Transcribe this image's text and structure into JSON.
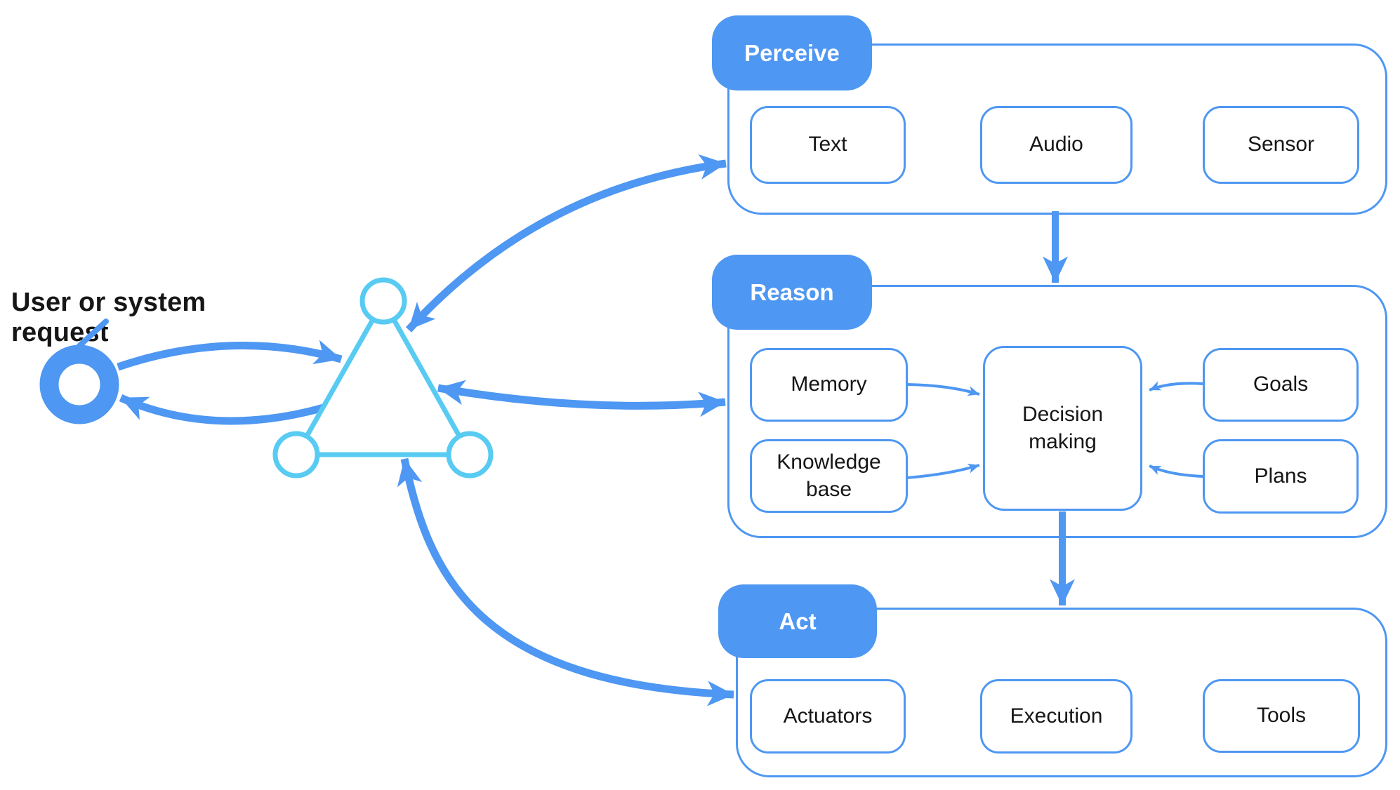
{
  "colors": {
    "blue": "#4E97F2",
    "cyan": "#58CBF2",
    "ink": "#161616",
    "node_bg": "#FFFFFF",
    "tab_text": "#FFFFFF",
    "canvas_bg": "#FFFFFF"
  },
  "user_request": {
    "label": "User or system request"
  },
  "agent_core": {
    "icon": "triangle-with-vertex-circles"
  },
  "sections": {
    "perceive": {
      "tab": "Perceive",
      "items": [
        {
          "label": "Text"
        },
        {
          "label": "Audio"
        },
        {
          "label": "Sensor"
        }
      ]
    },
    "reason": {
      "tab": "Reason",
      "items": {
        "memory": {
          "label": "Memory"
        },
        "knowledge_base": {
          "label": "Knowledge base"
        },
        "decision_making": {
          "label": "Decision making"
        },
        "goals": {
          "label": "Goals"
        },
        "plans": {
          "label": "Plans"
        }
      }
    },
    "act": {
      "tab": "Act",
      "items": [
        {
          "label": "Actuators"
        },
        {
          "label": "Execution"
        },
        {
          "label": "Tools"
        }
      ]
    }
  },
  "connections": [
    {
      "from": "user-or-system-request",
      "to": "agent-triangle",
      "style": "curved",
      "direction": "both"
    },
    {
      "from": "agent-triangle",
      "to": "perceive",
      "style": "curved",
      "direction": "both"
    },
    {
      "from": "agent-triangle",
      "to": "reason",
      "style": "curved",
      "direction": "both"
    },
    {
      "from": "agent-triangle",
      "to": "act",
      "style": "curved",
      "direction": "both"
    },
    {
      "from": "perceive",
      "to": "reason",
      "style": "straight",
      "direction": "down"
    },
    {
      "from": "decision-making",
      "to": "act",
      "style": "straight",
      "direction": "down"
    },
    {
      "from": "memory",
      "to": "decision-making",
      "direction": "right"
    },
    {
      "from": "knowledge-base",
      "to": "decision-making",
      "direction": "right"
    },
    {
      "from": "goals",
      "to": "decision-making",
      "direction": "left"
    },
    {
      "from": "plans",
      "to": "decision-making",
      "direction": "left"
    }
  ]
}
